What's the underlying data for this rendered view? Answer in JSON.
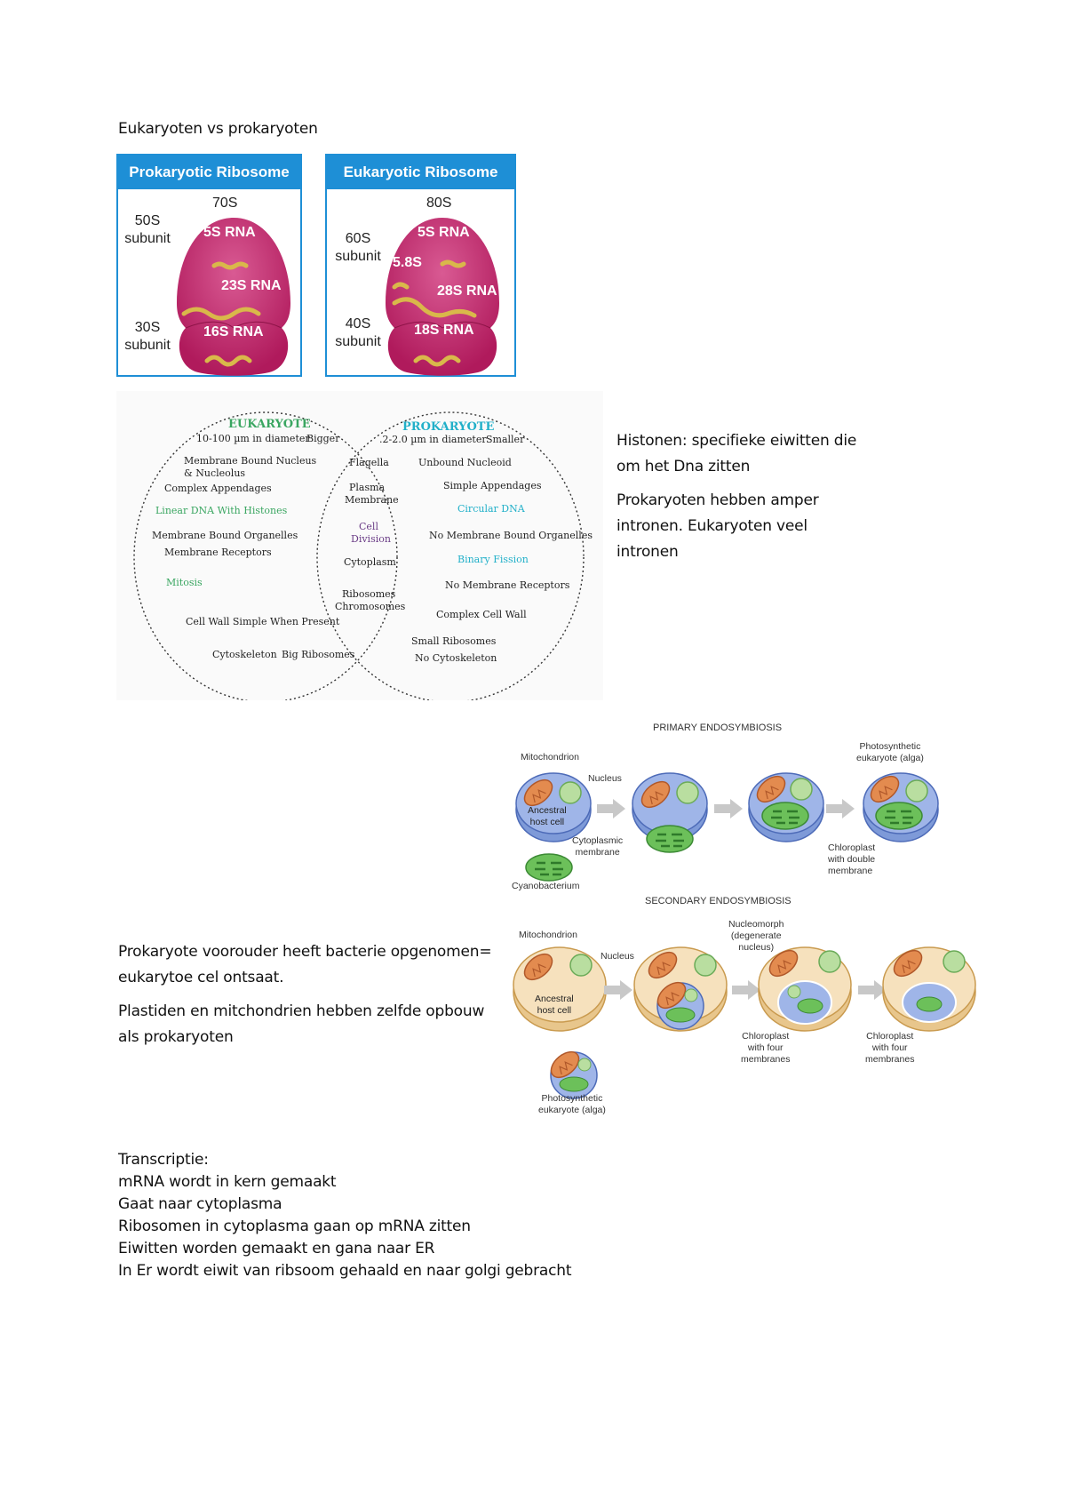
{
  "document": {
    "heading": "Eukaryoten vs prokaryoten",
    "ribosomes": {
      "prokaryotic": {
        "title": "Prokaryotic Ribosome",
        "total": "70S",
        "large_subunit": [
          "50S",
          "subunit"
        ],
        "small_subunit": [
          "30S",
          "subunit"
        ],
        "rnas": [
          "5S RNA",
          "23S RNA",
          "16S RNA"
        ]
      },
      "eukaryotic": {
        "title": "Eukaryotic Ribosome",
        "total": "80S",
        "large_subunit": [
          "60S",
          "subunit"
        ],
        "small_subunit": [
          "40S",
          "subunit"
        ],
        "rnas": [
          "5S RNA",
          "5.8S",
          "28S RNA",
          "18S RNA"
        ]
      },
      "colors": {
        "header": "#1e8fd6",
        "ribosome": "#c2266b",
        "rna": "#d9b84a"
      }
    },
    "venn": {
      "eukaryote": {
        "title": "EUKARYOTE",
        "items": [
          "10-100 µm in diameter",
          "Bigger",
          "Membrane Bound Nucleus",
          "& Nucleolus",
          "Complex Appendages",
          "Linear DNA With Histones",
          "Membrane Bound Organelles",
          "Membrane Receptors",
          "Mitosis",
          "Cell Wall Simple When Present",
          "Cytoskeleton",
          "Big Ribosomes"
        ]
      },
      "shared": {
        "items": [
          "Flagella",
          "Plasma",
          "Membrane",
          "Cell",
          "Division",
          "Cytoplasm",
          "Ribosomes",
          "Chromosomes"
        ]
      },
      "prokaryote": {
        "title": "PROKARYOTE",
        "items": [
          ".2-2.0 µm in diameter",
          "Smaller",
          "Unbound Nucleoid",
          "Simple Appendages",
          "Circular DNA",
          "No Membrane Bound Organelles",
          "Binary Fission",
          "No Membrane Receptors",
          "Complex Cell Wall",
          "Small Ribosomes",
          "No Cytoskeleton"
        ]
      }
    },
    "notes_right": {
      "p1": [
        "Histonen: specifieke eiwitten die",
        "om het Dna zitten"
      ],
      "p2": [
        "Prokaryoten hebben amper",
        "intronen. Eukaryoten veel",
        "intronen"
      ]
    },
    "endosymbiosis": {
      "primary": {
        "title": "PRIMARY ENDOSYMBIOSIS",
        "labels": {
          "mitochondrion": "Mitochondrion",
          "nucleus": "Nucleus",
          "host": [
            "Ancestral",
            "host cell"
          ],
          "membrane": [
            "Cytoplasmic",
            "membrane"
          ],
          "cyano": "Cyanobacterium",
          "result": [
            "Photosynthetic",
            "eukaryote (alga)"
          ],
          "chloroplast": [
            "Chloroplast",
            "with double",
            "membrane"
          ]
        }
      },
      "secondary": {
        "title": "SECONDARY ENDOSYMBIOSIS",
        "labels": {
          "mitochondrion": "Mitochondrion",
          "nucleus": "Nucleus",
          "host": [
            "Ancestral",
            "host cell"
          ],
          "nucleomorph": [
            "Nucleomorph",
            "(degenerate",
            "nucleus)"
          ],
          "chloroplast1": [
            "Chloroplast",
            "with four",
            "membranes"
          ],
          "chloroplast2": [
            "Chloroplast",
            "with four",
            "membranes"
          ],
          "alga": [
            "Photosynthetic",
            "eukaryote (alga)"
          ]
        }
      }
    },
    "notes_left": {
      "p1": [
        "Prokaryote voorouder heeft bacterie opgenomen=",
        "eukarytoe cel ontsaat."
      ],
      "p2": [
        "Plastiden en mitchondrien hebben zelfde opbouw",
        "als prokaryoten"
      ]
    },
    "transcription": {
      "title": "Transcriptie:",
      "lines": [
        "mRNA wordt in kern gemaakt",
        "Gaat naar cytoplasma",
        "Ribosomen in cytoplasma gaan op mRNA zitten",
        "Eiwitten worden gemaakt en gana naar ER",
        "In Er wordt eiwit van ribsoom gehaald en naar golgi gebracht"
      ]
    }
  }
}
